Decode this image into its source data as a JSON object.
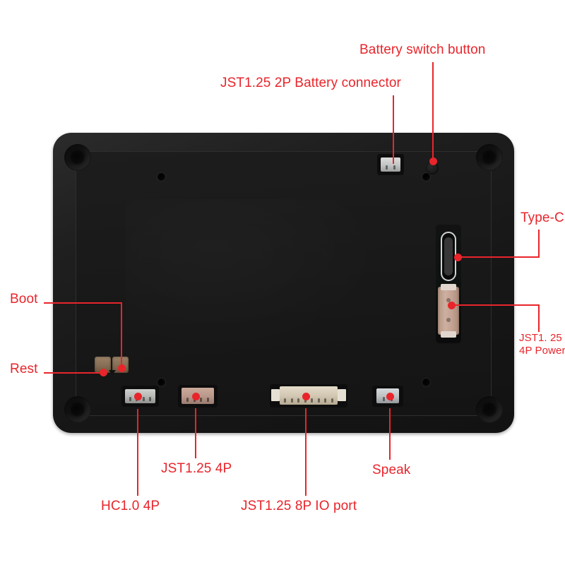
{
  "diagram": {
    "title": "Hardware board back-side connector callout diagram",
    "accent_color": "#e8252b",
    "board_color": "#1a1a1a",
    "background_color": "#ffffff"
  },
  "callouts": {
    "battery_switch": {
      "label": "Battery switch button"
    },
    "battery_connector": {
      "label": "JST1.25 2P Battery connector"
    },
    "type_c": {
      "label": "Type-C"
    },
    "power_4p": {
      "label_line1": "JST1. 25",
      "label_line2": "4P Power"
    },
    "boot": {
      "label": "Boot"
    },
    "rest": {
      "label": "Rest"
    },
    "hc10_4p": {
      "label": "HC1.0 4P"
    },
    "jst_4p": {
      "label": "JST1.25 4P"
    },
    "io_8p": {
      "label": "JST1.25 8P IO port"
    },
    "speak": {
      "label": "Speak"
    }
  },
  "components": {
    "battery_connector": {
      "name": "jst-2p-battery-connector",
      "color": "#c9cbcb"
    },
    "battery_switch": {
      "name": "battery-switch-button",
      "color": "#191919"
    },
    "type_c_port": {
      "name": "type-c-port",
      "color": "#cfd2d4"
    },
    "power_connector": {
      "name": "jst-4p-power-connector",
      "color": "#c6a694"
    },
    "boot_button": {
      "name": "boot-button",
      "color": "#8b7358"
    },
    "rest_button": {
      "name": "rest-button",
      "color": "#8b7358"
    },
    "hc10_connector": {
      "name": "hc10-4p-connector",
      "color": "#b9bbb8"
    },
    "jst_4p_connector": {
      "name": "jst-4p-connector",
      "color": "#bd9f93"
    },
    "io_8p_connector": {
      "name": "jst-8p-io-connector",
      "color": "#d8cfc0"
    },
    "speaker_connector": {
      "name": "speaker-connector",
      "color": "#c3c6c8"
    }
  }
}
